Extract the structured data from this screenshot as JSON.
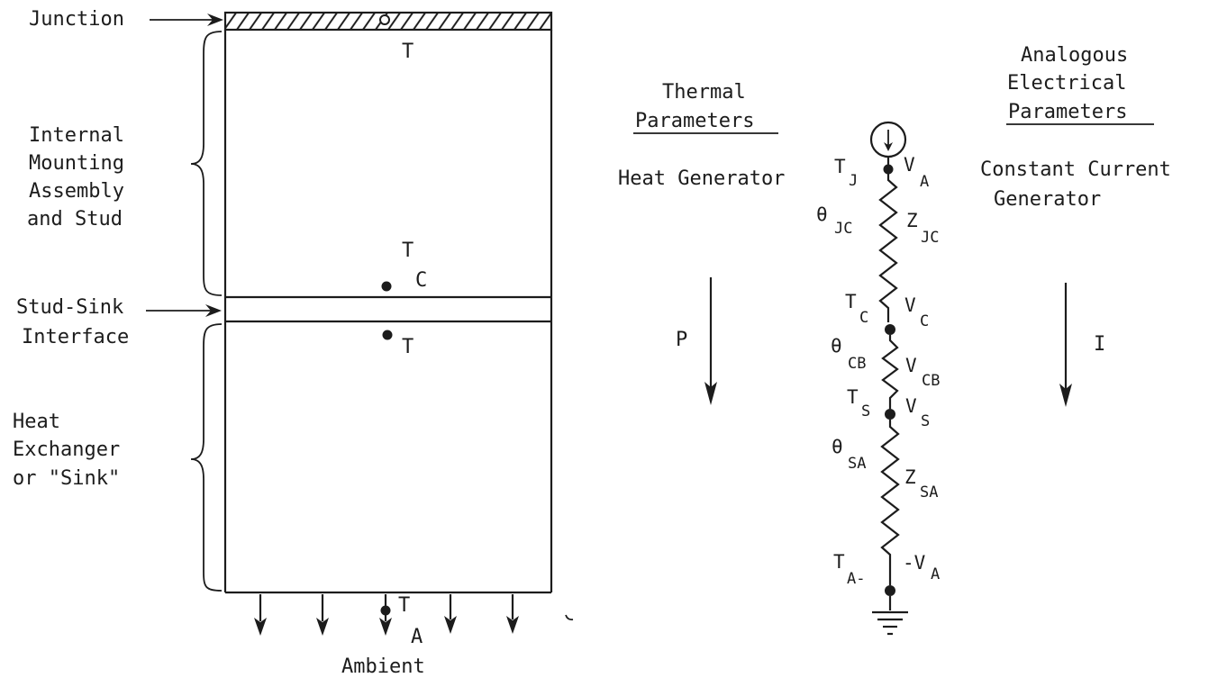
{
  "left_diagram": {
    "junction_label": "Junction",
    "internal_label": [
      "Internal",
      "Mounting",
      "Assembly",
      "and Stud"
    ],
    "stud_sink_label": [
      "Stud-Sink",
      "Interface"
    ],
    "sink_label": [
      "Heat",
      "Exchanger",
      "or \"Sink\""
    ],
    "tj_point": "T",
    "tc_point": "T",
    "tc_sub": "C",
    "ts_point": "T",
    "ta_point": "T",
    "ta_sub": "A",
    "ambient_label": "Ambient"
  },
  "thermal_header": [
    "Thermal",
    "Parameters"
  ],
  "electrical_header": [
    "Analogous",
    "Electrical",
    "Parameters"
  ],
  "heat_generator_label": "Heat Generator",
  "constant_current_label": [
    "Constant Current",
    "Generator"
  ],
  "power_arrow_label": "P",
  "current_arrow_label": "I",
  "circuit": {
    "tj": {
      "main": "T",
      "sub": "J"
    },
    "va": {
      "main": "V",
      "sub": "A"
    },
    "theta_jc": {
      "main": "θ",
      "sub": "JC"
    },
    "z_jc": {
      "main": "Z",
      "sub": "JC"
    },
    "tc": {
      "main": "T",
      "sub": "C"
    },
    "vc": {
      "main": "V",
      "sub": "C"
    },
    "theta_cb": {
      "main": "θ",
      "sub": "CB"
    },
    "v_cb": {
      "main": "V",
      "sub": "CB"
    },
    "ts": {
      "main": "T",
      "sub": "S"
    },
    "vs": {
      "main": "V",
      "sub": "S"
    },
    "theta_sa": {
      "main": "θ",
      "sub": "SA"
    },
    "z_sa": {
      "main": "Z",
      "sub": "SA"
    },
    "ta": {
      "main": "T",
      "sub": "A-"
    },
    "neg_va": {
      "main": "-V",
      "sub": "A"
    }
  }
}
